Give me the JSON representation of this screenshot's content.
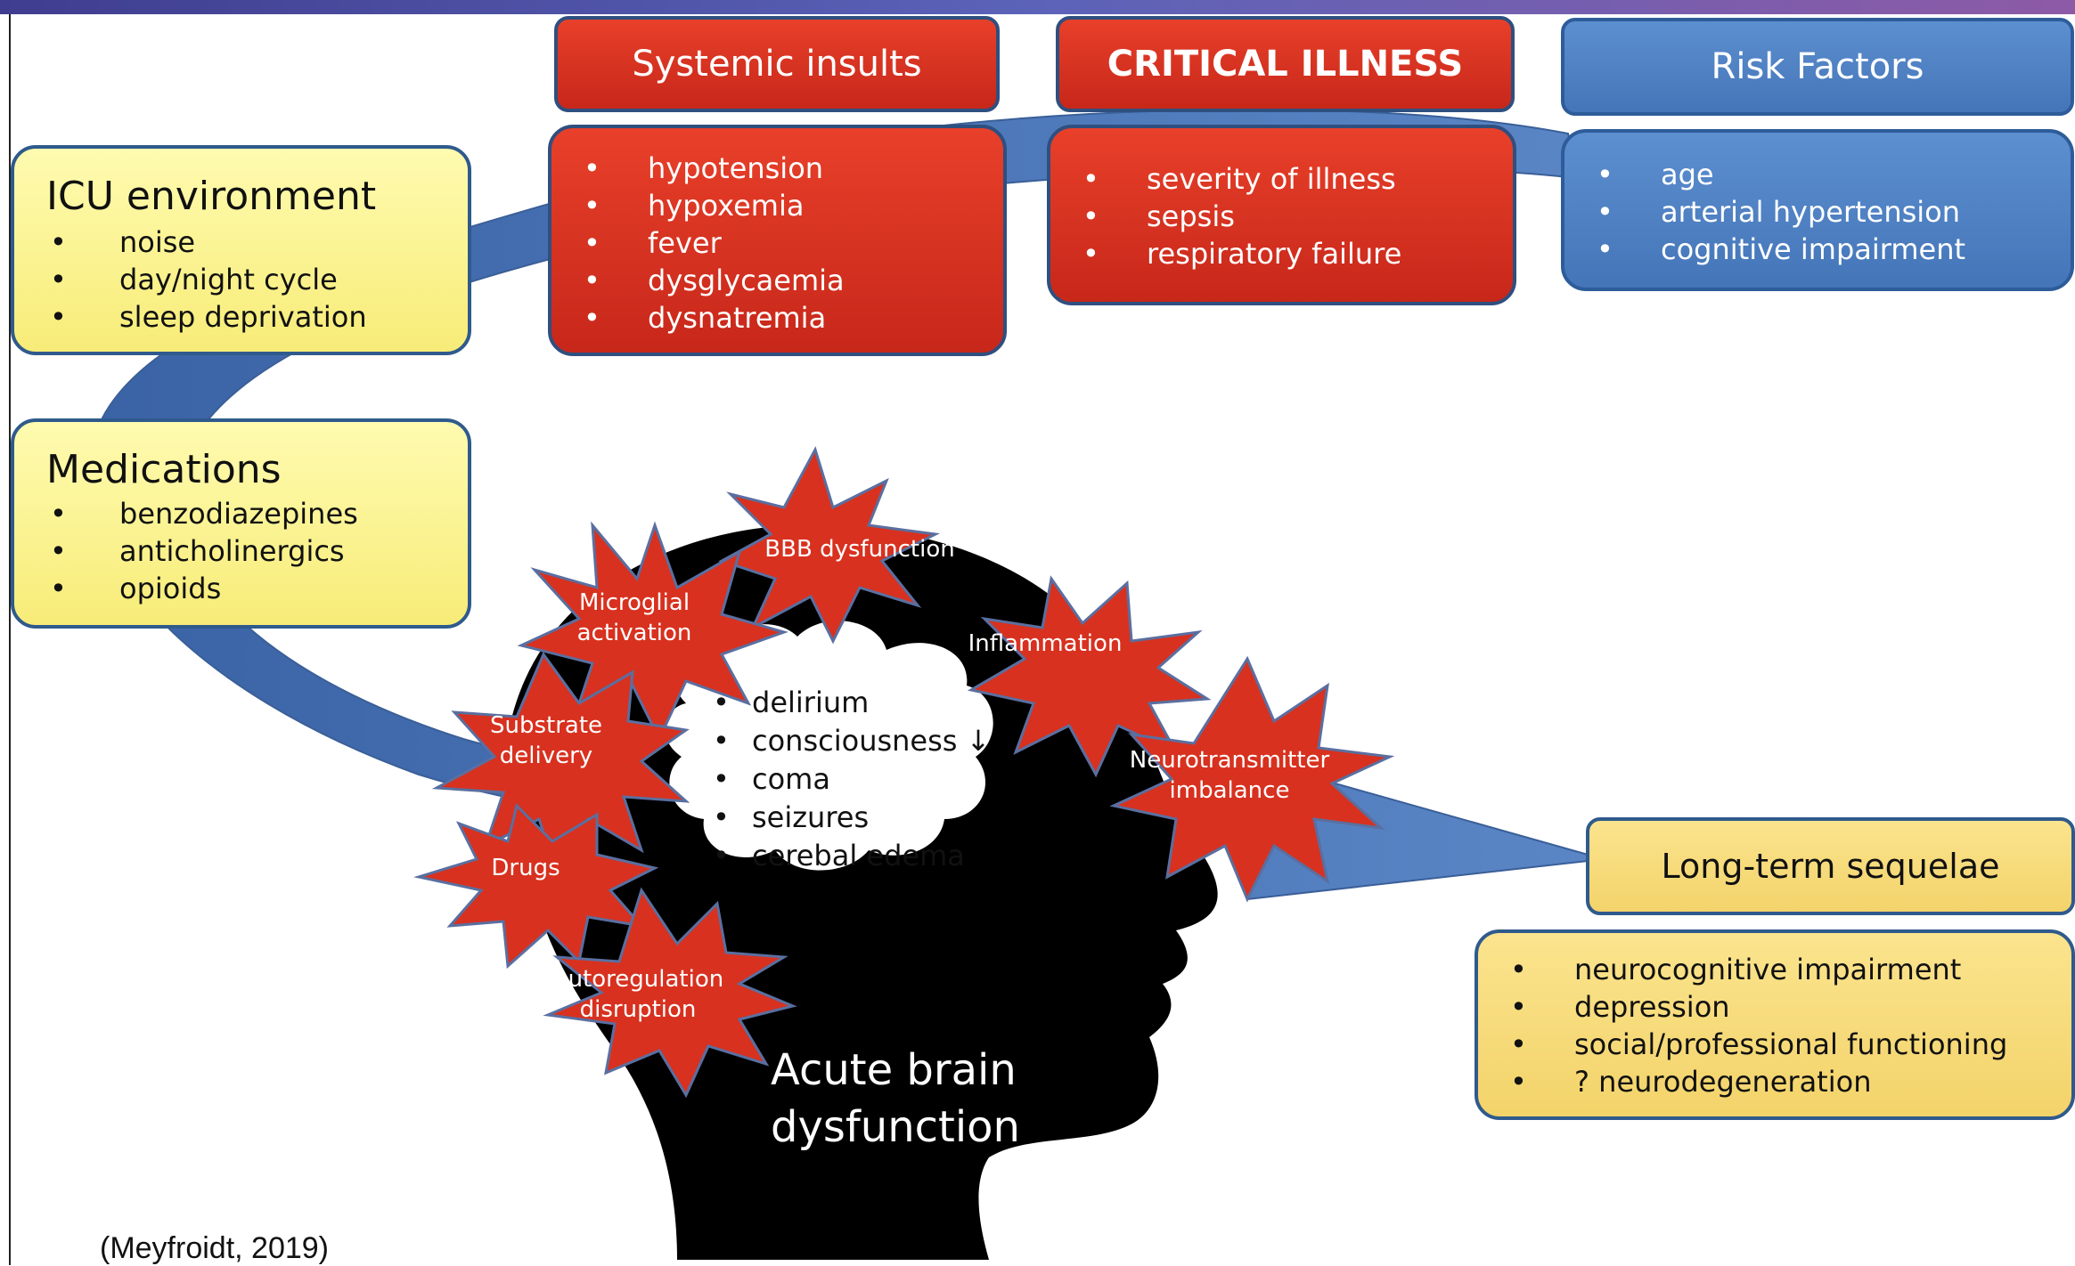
{
  "icu_environment": {
    "title": "ICU environment",
    "items": [
      "noise",
      "day/night cycle",
      "sleep deprivation"
    ]
  },
  "medications": {
    "title": "Medications",
    "items": [
      "benzodiazepines",
      "anticholinergics",
      "opioids"
    ]
  },
  "systemic_insults": {
    "title": "Systemic insults",
    "items": [
      "hypotension",
      "hypoxemia",
      "fever",
      "dysglycaemia",
      "dysnatremia"
    ]
  },
  "critical_illness": {
    "title": "CRITICAL ILLNESS",
    "items": [
      "severity of illness",
      "sepsis",
      "respiratory failure"
    ]
  },
  "risk_factors": {
    "title": "Risk Factors",
    "items": [
      "age",
      "arterial hypertension",
      "cognitive impairment"
    ]
  },
  "mechanisms": {
    "bbb": "BBB dysfunction",
    "microglial_1": "Microglial",
    "microglial_2": "activation",
    "inflammation": "Inflammation",
    "substrate_1": "Substrate",
    "substrate_2": "delivery",
    "neuro_1": "Neurotransmitter",
    "neuro_2": "imbalance",
    "drugs": "Drugs",
    "autoreg_1": "Autoregulation",
    "autoreg_2": "disruption"
  },
  "brain_manifestations": [
    "delirium",
    "consciousness ↓",
    "coma",
    "seizures",
    "cerebal edema"
  ],
  "acute_brain": {
    "line1": "Acute brain",
    "line2": "dysfunction"
  },
  "long_term": {
    "title": "Long-term sequelae",
    "items": [
      "neurocognitive impairment",
      "depression",
      "social/professional functioning",
      "? neurodegeneration"
    ]
  },
  "citation": "(Meyfroidt, 2019)",
  "colors": {
    "red": "#d8311f",
    "blue": "#4a7dc0",
    "yellow": "#f8ee80",
    "arrow": "#4f74b0",
    "head": "#000000"
  }
}
